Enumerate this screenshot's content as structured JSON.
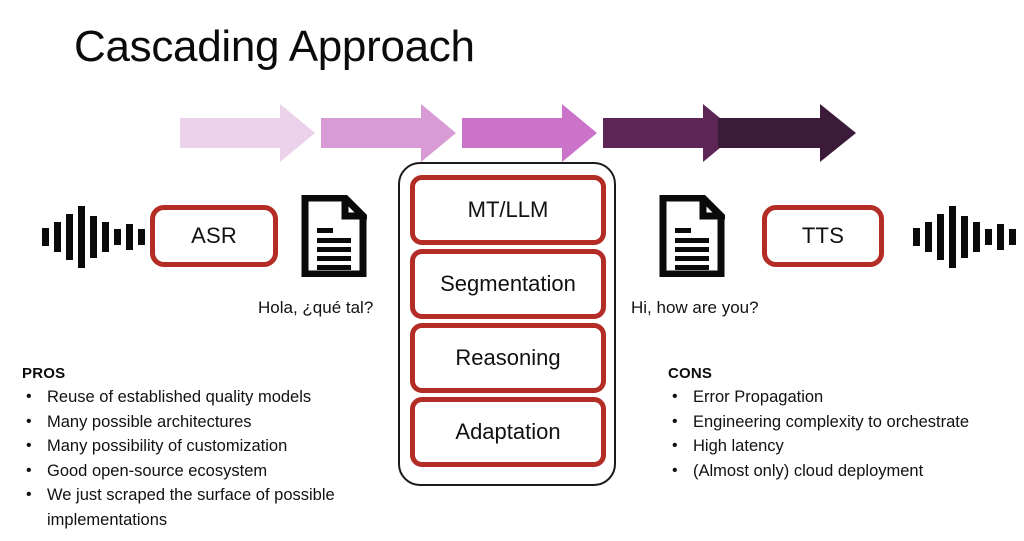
{
  "slide": {
    "title": "Cascading Approach",
    "background": "#ffffff"
  },
  "colors": {
    "red_border": "#B32D26",
    "text": "#111111",
    "container_border": "#1a1a1a"
  },
  "arrow_chain": {
    "count": 5,
    "arrows": [
      {
        "name": "arrow-stage-1",
        "color": "#EBD1EA"
      },
      {
        "name": "arrow-stage-2",
        "color": "#D99BD6"
      },
      {
        "name": "arrow-stage-3",
        "color": "#CB72C9"
      },
      {
        "name": "arrow-stage-4",
        "color": "#5E2657"
      },
      {
        "name": "arrow-stage-5",
        "color": "#3B1B39"
      }
    ]
  },
  "pipeline": {
    "input_waveform": "audio-waveform-icon",
    "asr_box_label": "ASR",
    "source_document_icon": "document-icon",
    "source_caption": "Hola, ¿qué tal?",
    "target_document_icon": "document-icon",
    "target_caption": "Hi, how are you?",
    "tts_box_label": "TTS",
    "output_waveform": "audio-waveform-icon"
  },
  "center_stack": {
    "items": [
      {
        "label": "MT/LLM"
      },
      {
        "label": "Segmentation"
      },
      {
        "label": "Reasoning"
      },
      {
        "label": "Adaptation"
      }
    ]
  },
  "pros": {
    "heading": "PROS",
    "items": [
      "Reuse of established quality models",
      "Many possible architectures",
      "Many possibility of customization",
      "Good open-source ecosystem",
      "We just scraped the surface of possible implementations"
    ]
  },
  "cons": {
    "heading": "CONS",
    "items": [
      "Error Propagation",
      "Engineering complexity to orchestrate",
      "High latency",
      "(Almost only) cloud deployment"
    ]
  }
}
